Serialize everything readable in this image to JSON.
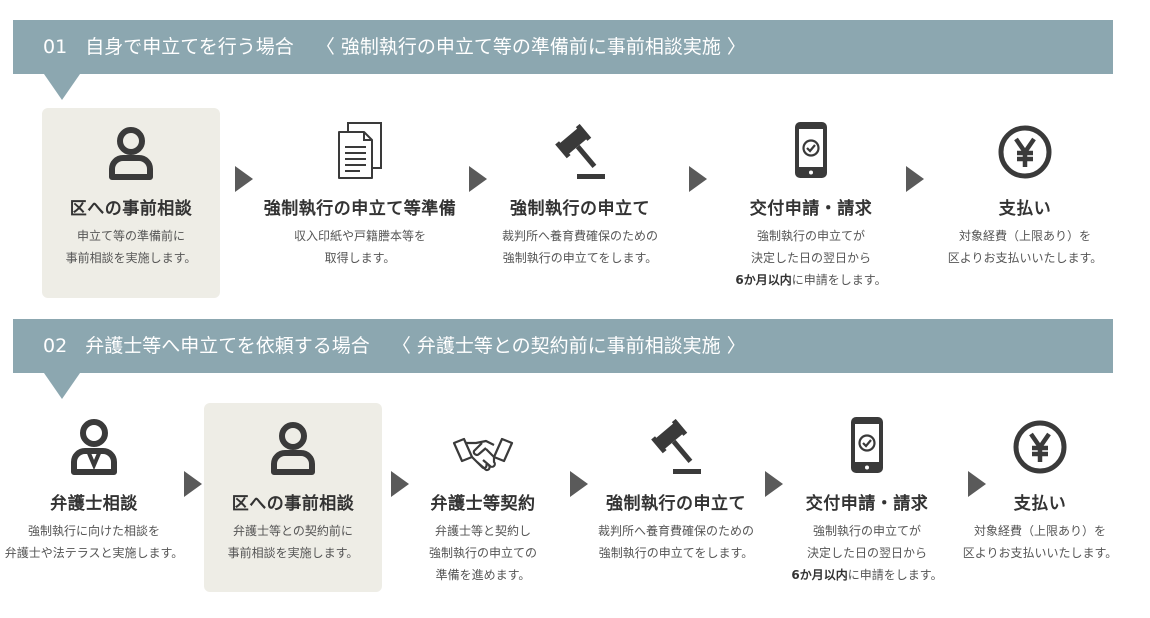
{
  "section1": {
    "number": "01",
    "title": "自身で申立てを行う場合",
    "note": "〈 強制執行の申立て等の準備前に事前相談実施 〉",
    "steps": [
      {
        "icon": "person-icon",
        "title": "区への事前相談",
        "lines": [
          "申立て等の準備前に",
          "事前相談を実施します。"
        ]
      },
      {
        "icon": "document-icon",
        "title": "強制執行の申立て等準備",
        "lines": [
          "収入印紙や戸籍謄本等を",
          "取得します。"
        ]
      },
      {
        "icon": "gavel-icon",
        "title": "強制執行の申立て",
        "lines": [
          "裁判所へ養育費確保のための",
          "強制執行の申立てをします。"
        ]
      },
      {
        "icon": "smartphone-check-icon",
        "title": "交付申請・請求",
        "lines": [
          "強制執行の申立てが",
          "決定した日の翌日から"
        ],
        "bold": "6か月以内",
        "rest": "に申請をします。"
      },
      {
        "icon": "yen-icon",
        "title": "支払い",
        "lines": [
          "対象経費（上限あり）を",
          "区よりお支払いいたします。"
        ]
      }
    ]
  },
  "section2": {
    "number": "02",
    "title": "弁護士等へ申立てを依頼する場合",
    "note": "〈 弁護士等との契約前に事前相談実施 〉",
    "steps": [
      {
        "icon": "lawyer-icon",
        "title": "弁護士相談",
        "lines": [
          "強制執行に向けた相談を",
          "弁護士や法テラスと実施します。"
        ]
      },
      {
        "icon": "person-icon",
        "title": "区への事前相談",
        "lines": [
          "弁護士等との契約前に",
          "事前相談を実施します。"
        ]
      },
      {
        "icon": "handshake-icon",
        "title": "弁護士等契約",
        "lines": [
          "弁護士等と契約し",
          "強制執行の申立ての",
          "準備を進めます。"
        ]
      },
      {
        "icon": "gavel-icon",
        "title": "強制執行の申立て",
        "lines": [
          "裁判所へ養育費確保のための",
          "強制執行の申立てをします。"
        ]
      },
      {
        "icon": "smartphone-check-icon",
        "title": "交付申請・請求",
        "lines": [
          "強制執行の申立てが",
          "決定した日の翌日から"
        ],
        "bold": "6か月以内",
        "rest": "に申請をします。"
      },
      {
        "icon": "yen-icon",
        "title": "支払い",
        "lines": [
          "対象経費（上限あり）を",
          "区よりお支払いいたします。"
        ]
      }
    ]
  },
  "colors": {
    "banner": "#8ca7b0",
    "highlight": "#eeede6",
    "arrow": "#5a5a5a",
    "icon": "#3a3a3a"
  }
}
